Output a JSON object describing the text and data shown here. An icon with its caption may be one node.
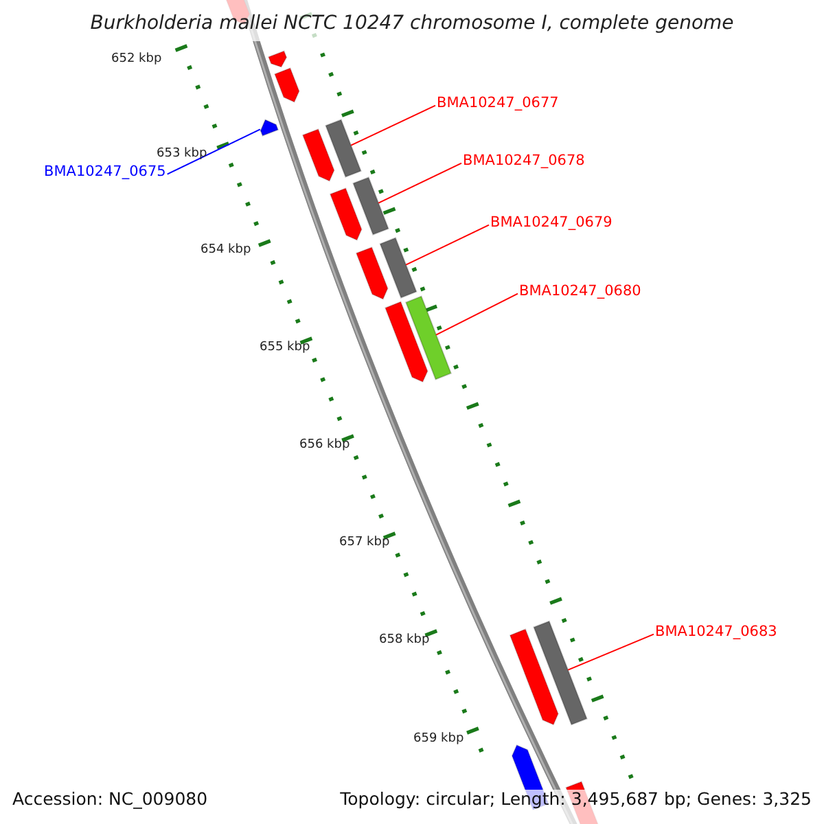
{
  "diagram": {
    "title": "Burkholderia mallei NCTC 10247 chromosome I, complete genome",
    "nodes": [
      {
        "text": [
          "BMA10247_0675"
        ]
      },
      {
        "text": [],
        "shape": "bar"
      },
      {
        "text": [
          "BMA10247_0677"
        ]
      },
      {
        "text": [],
        "shape": "bar"
      },
      {
        "text": [
          "BMA10247_0678"
        ]
      },
      {
        "text": [],
        "shape": "bar"
      },
      {
        "text": [
          "BMA10247_0679"
        ]
      },
      {
        "text": [],
        "shape": "bar"
      },
      {
        "text": [
          "BMA10247_0680"
        ]
      },
      {
        "text": [],
        "shape": "bar"
      },
      {
        "text": [
          "BMA10247_0683"
        ]
      },
      {
        "text": [],
        "shape": "bar"
      }
    ],
    "edges": [
      {
        "from": 0,
        "to": 1,
        "arrow": "none",
        "color": "#0000ff"
      },
      {
        "from": 2,
        "to": 3,
        "arrow": "none"
      },
      {
        "from": 4,
        "to": 5,
        "arrow": "none"
      },
      {
        "from": 6,
        "to": 7,
        "arrow": "none"
      },
      {
        "from": 8,
        "to": 9,
        "arrow": "none"
      },
      {
        "from": 10,
        "to": 11,
        "arrow": "none"
      }
    ],
    "labels": [
      "652 kbp",
      "653 kbp",
      "654 kbp",
      "655 kbp",
      "656 kbp",
      "657 kbp",
      "658 kbp",
      "659 kbp",
      "Accession: NC_009080",
      "Topology: circular; Length: 3,495,687 bp; Genes: 3,325"
    ]
  }
}
